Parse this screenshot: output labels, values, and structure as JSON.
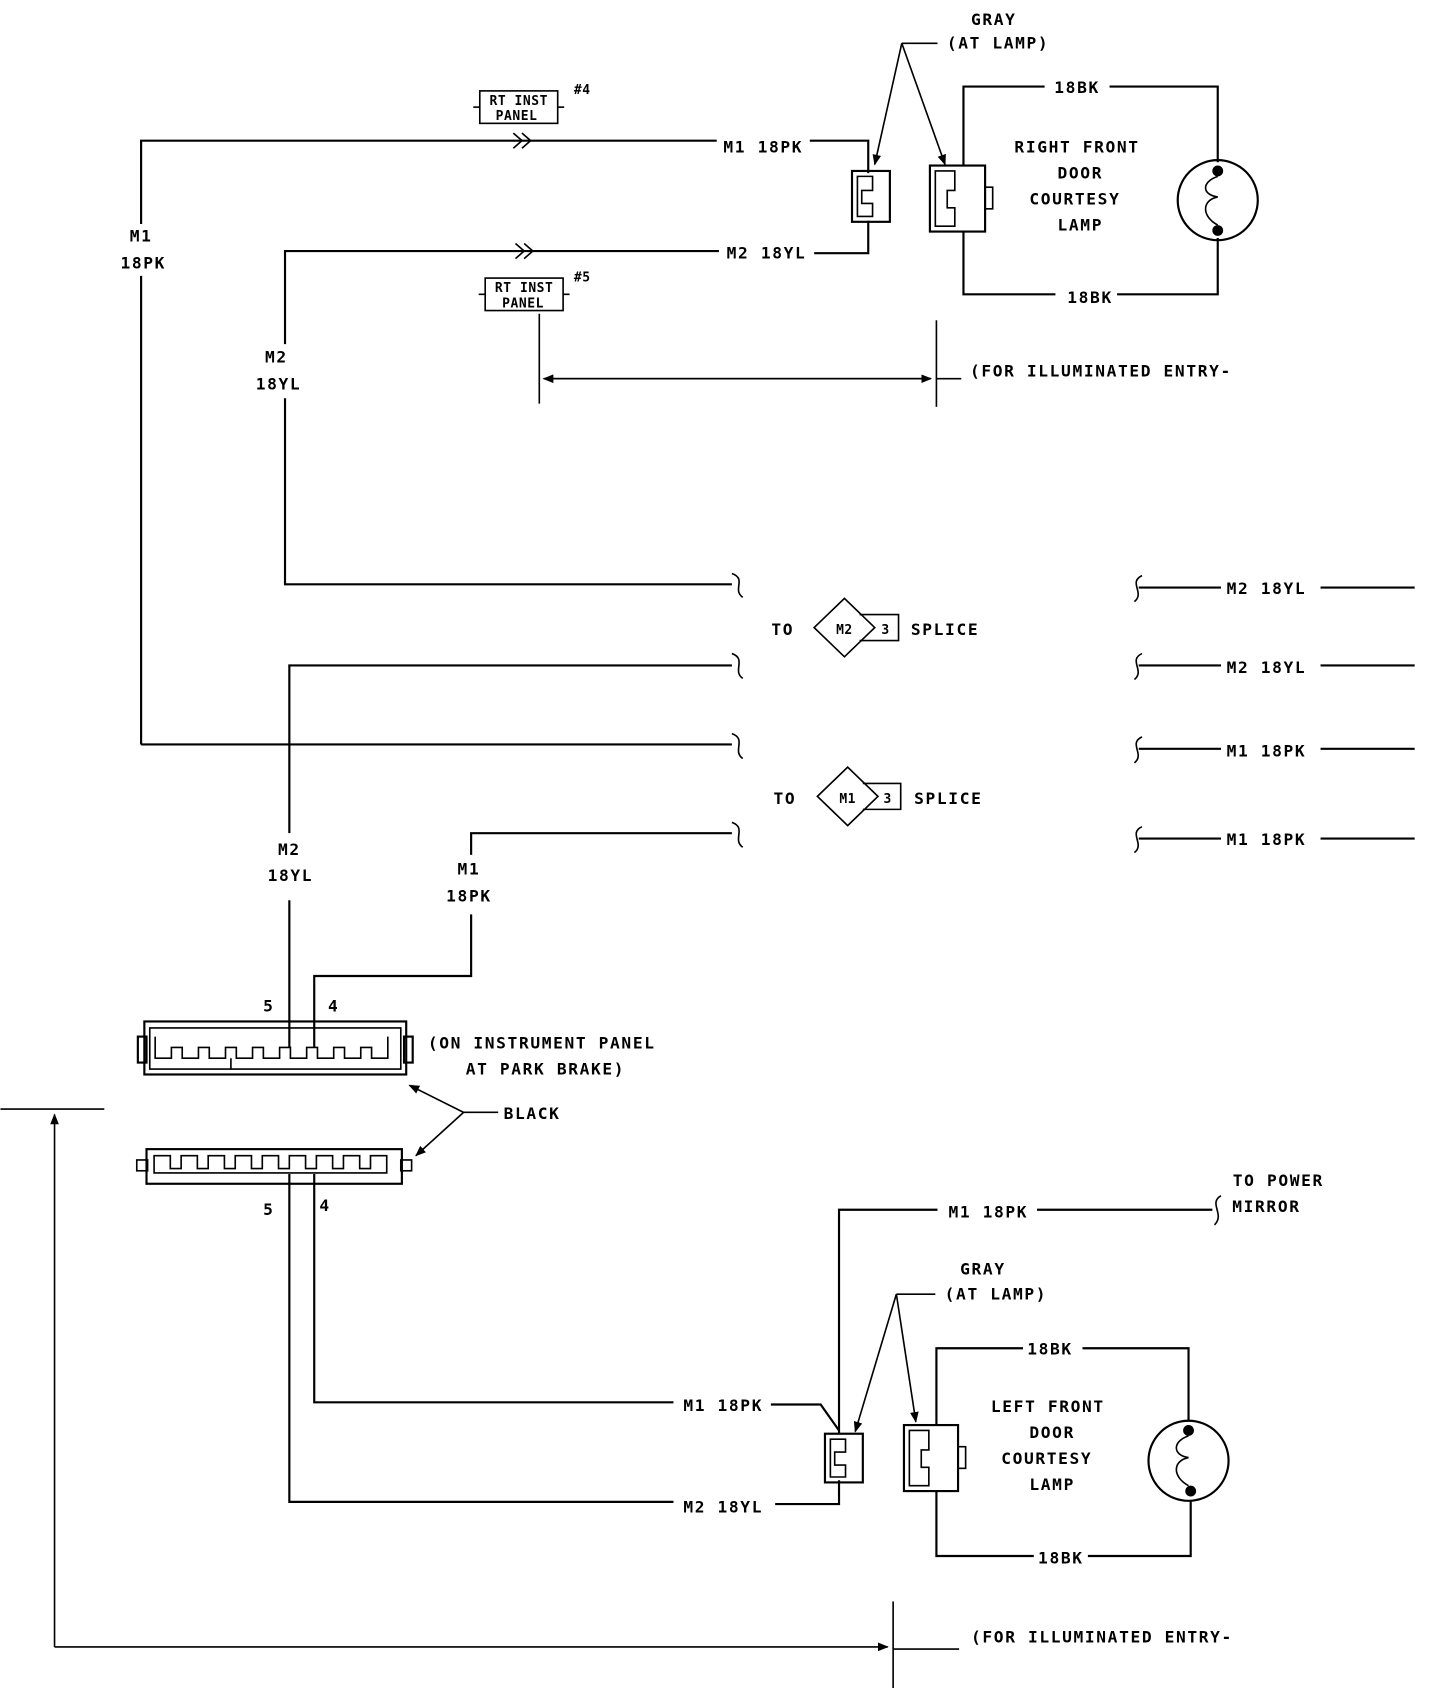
{
  "top": {
    "connector_color": "GRAY",
    "connector_location": "(AT LAMP)",
    "rt_inst_panel_a": {
      "line1": "RT INST",
      "line2": "PANEL",
      "pin": "#4"
    },
    "rt_inst_panel_b": {
      "line1": "RT INST",
      "line2": "PANEL",
      "pin": "#5"
    },
    "wire_m1": "M1 18PK",
    "wire_m2": "M2 18YL",
    "left_m1": {
      "circuit": "M1",
      "gauge": "18PK"
    },
    "left_m2": {
      "circuit": "M2",
      "gauge": "18YL"
    },
    "lamp_ground_top": "18BK",
    "lamp_ground_bottom": "18BK",
    "lamp_title": [
      "RIGHT FRONT",
      "DOOR",
      "COURTESY",
      "LAMP"
    ],
    "illuminated_entry": "(FOR ILLUMINATED ENTRY-"
  },
  "splices": {
    "m2": {
      "to": "TO",
      "circuit": "M2",
      "number": "3",
      "label": "SPLICE"
    },
    "m1": {
      "to": "TO",
      "circuit": "M1",
      "number": "3",
      "label": "SPLICE"
    },
    "right_wires": [
      "M2 18YL",
      "M2 18YL",
      "M1 18PK",
      "M1 18PK"
    ]
  },
  "middle": {
    "m2": {
      "circuit": "M2",
      "gauge": "18YL"
    },
    "m1": {
      "circuit": "M1",
      "gauge": "18PK"
    },
    "pin5": "5",
    "pin4": "4",
    "panel_note": [
      "(ON INSTRUMENT PANEL",
      "AT PARK BRAKE)"
    ],
    "connector_color": "BLACK",
    "pin5_bottom": "5",
    "pin4_bottom": "4"
  },
  "bottom": {
    "wire_m1_mirror": "M1 18PK",
    "power_mirror": [
      "TO POWER",
      "MIRROR"
    ],
    "connector_color": "GRAY",
    "connector_location": "(AT LAMP)",
    "wire_m1": "M1 18PK",
    "wire_m2": "M2 18YL",
    "lamp_ground_top": "18BK",
    "lamp_ground_bottom": "18BK",
    "lamp_title": [
      "LEFT FRONT",
      "DOOR",
      "COURTESY",
      "LAMP"
    ],
    "illuminated_entry": "(FOR ILLUMINATED ENTRY-"
  }
}
